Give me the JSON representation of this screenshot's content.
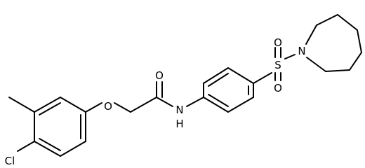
{
  "molecule": {
    "atoms": {
      "cl": "Cl",
      "o_ether": "O",
      "o_carbonyl": "O",
      "n_amide": "N",
      "h_amide": "H",
      "s": "S",
      "o_sulfonyl_top": "O",
      "o_sulfonyl_bottom": "O",
      "n_ring": "N"
    },
    "colors": {
      "ink": "#000000",
      "background": "#ffffff"
    }
  }
}
